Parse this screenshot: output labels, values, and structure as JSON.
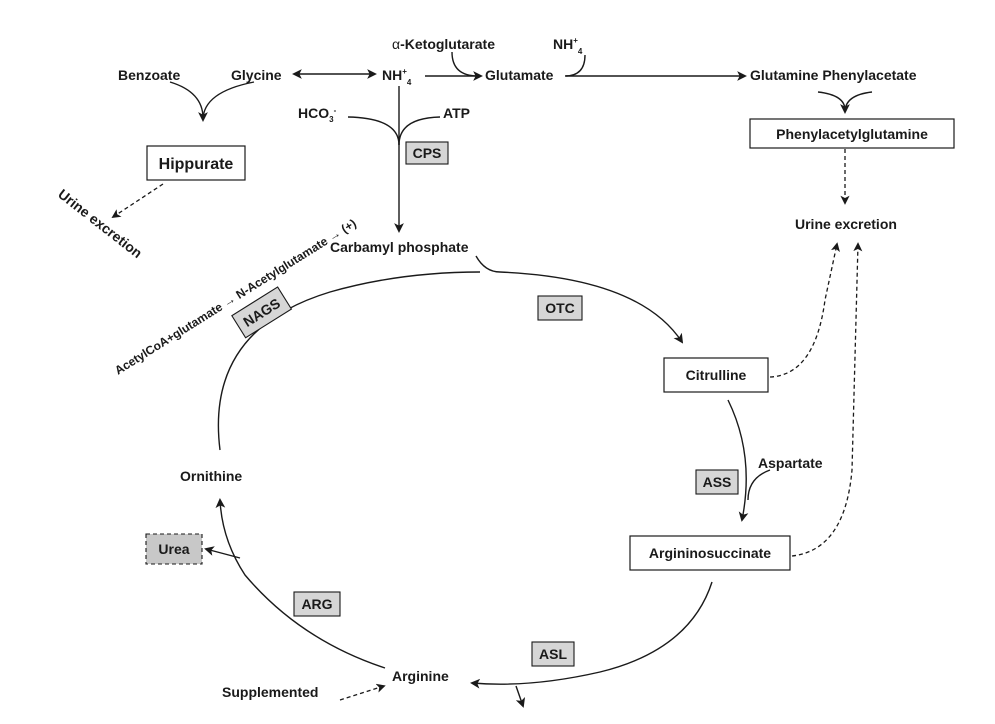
{
  "metabolites": {
    "alpha_symbol": "α",
    "alpha_ketoglutarate": "-Ketoglutarate",
    "nh4": "NH",
    "nh4_sup": "+",
    "nh4_sub": "4",
    "benzoate": "Benzoate",
    "glycine": "Glycine",
    "glutamate": "Glutamate",
    "glutamine_phenylacetate": "Glutamine Phenylacetate",
    "hco3": "HCO",
    "hco3_sub": "3",
    "hco3_sup": "-",
    "atp": "ATP",
    "hippurate": "Hippurate",
    "phenylacetylglutamine": "Phenylacetylglutamine",
    "urine_excretion_left": "Urine excretion",
    "urine_excretion_right": "Urine excretion",
    "carbamyl_phosphate": "Carbamyl phosphate",
    "nags_reaction": "AcetylCoA+glutamate → N-Acetylglutamate → (+)",
    "citrulline": "Citrulline",
    "aspartate": "Aspartate",
    "argininosuccinate": "Argininosuccinate",
    "ornithine": "Ornithine",
    "urea": "Urea",
    "arginine": "Arginine",
    "supplemented": "Supplemented"
  },
  "enzymes": {
    "cps": "CPS",
    "nags": "NAGS",
    "otc": "OTC",
    "ass": "ASS",
    "arg": "ARG",
    "asl": "ASL"
  },
  "colors": {
    "ink": "#1a1a1a",
    "enzyme_fill": "#d6d6d6",
    "urea_fill": "#c8c8c8"
  }
}
